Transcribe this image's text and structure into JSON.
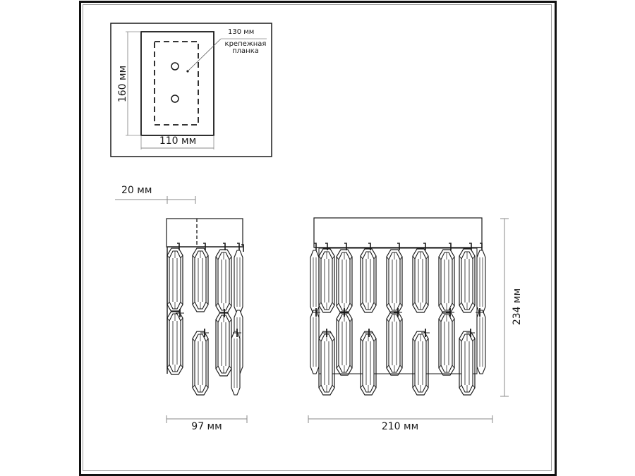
{
  "drawing": {
    "title": "Wall lamp dimension drawing",
    "colors": {
      "line": "#1a1a1a",
      "dimension": "#8a8a8a",
      "frame_outer": "#111111",
      "frame_inner": "#9a9a9a",
      "background": "#ffffff"
    }
  },
  "mounting_plate_inset": {
    "height_label": "160 мм",
    "width_label": "110 мм",
    "bracket_size_label": "130 мм",
    "bracket_note_line1": "крепежная",
    "bracket_note_line2": "планка"
  },
  "side_view": {
    "depth_offset_label": "20 мм",
    "width_label": "97 мм"
  },
  "front_view": {
    "width_label": "210 мм",
    "height_label": "234 мм"
  }
}
